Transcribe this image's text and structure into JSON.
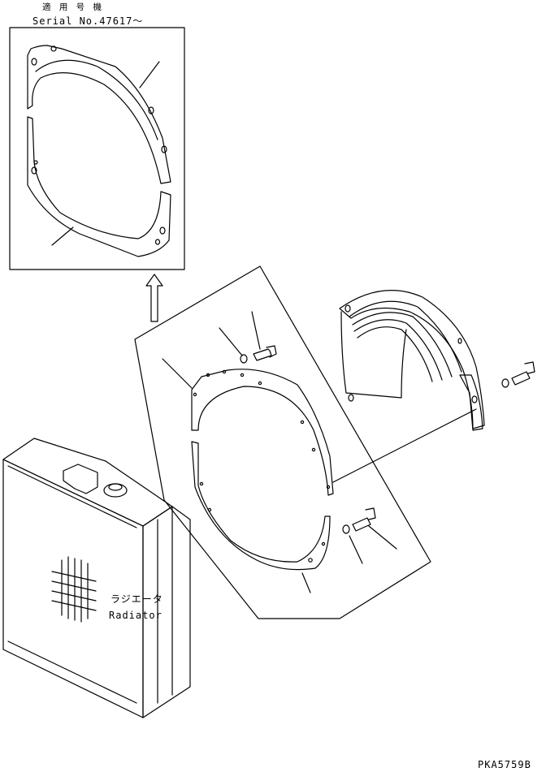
{
  "header": {
    "applicable_label": "適 用 号 機",
    "serial_label": "Serial No.47617～"
  },
  "radiator": {
    "label_ja": "ラジエータ",
    "label_en": "Radiator"
  },
  "footer": {
    "figure_code": "PKA5759B"
  }
}
